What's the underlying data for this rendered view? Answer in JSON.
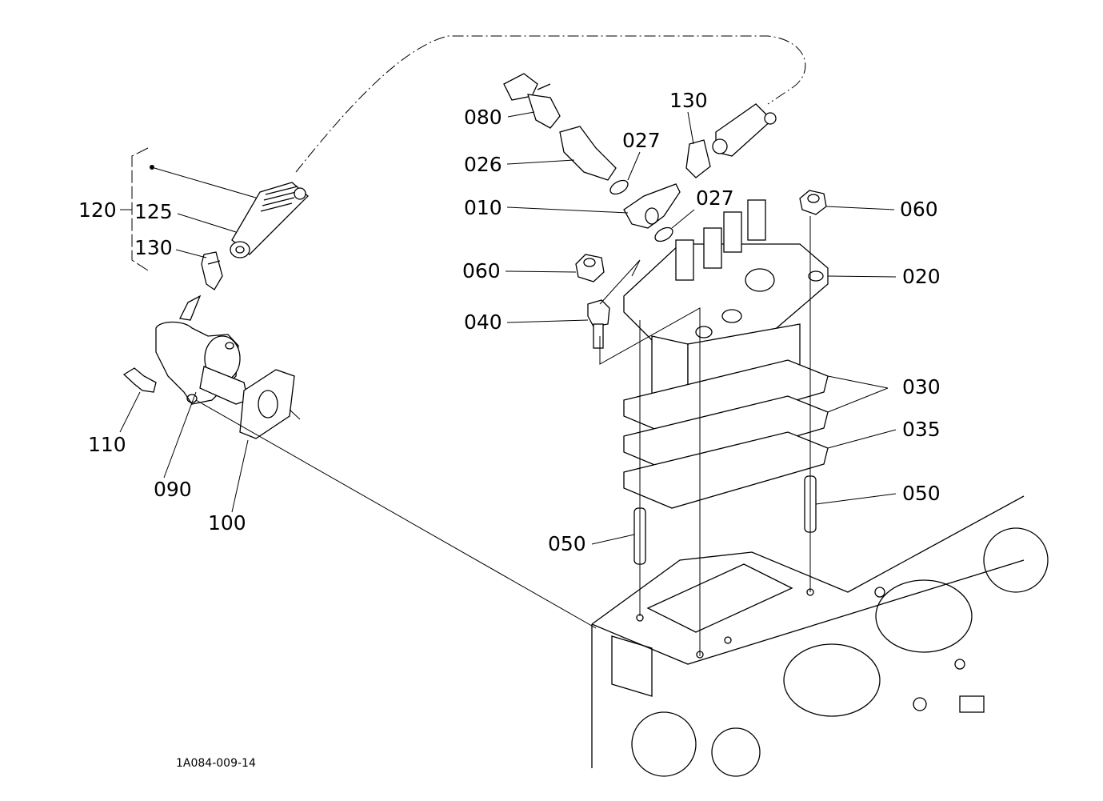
{
  "diagram": {
    "title": "Fuel injection pump exploded parts view",
    "drawing_code": "1A084-009-14",
    "part_labels": {
      "p120": "120",
      "p125": "125",
      "p130_left": "130",
      "p110": "110",
      "p090": "090",
      "p100": "100",
      "p080": "080",
      "p026": "026",
      "p027_a": "027",
      "p027_b": "027",
      "p010": "010",
      "p130_right": "130",
      "p060_left": "060",
      "p060_right": "060",
      "p020": "020",
      "p040": "040",
      "p030": "030",
      "p035": "035",
      "p050_left": "050",
      "p050_right": "050"
    }
  }
}
